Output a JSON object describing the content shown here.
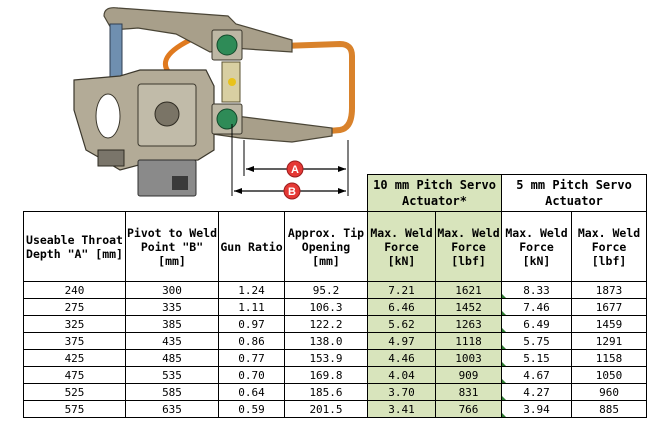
{
  "callouts": {
    "a": "A",
    "b": "B"
  },
  "table": {
    "group_10mm": "10 mm Pitch Servo Actuator*",
    "group_5mm": "5 mm Pitch Servo Actuator",
    "headers": {
      "throat": "Useable Throat Depth \"A\" [mm]",
      "pivot": "Pivot to Weld Point \"B\" [mm]",
      "ratio": "Gun Ratio",
      "opening": "Approx. Tip Opening [mm]",
      "force_kn": "Max. Weld Force [kN]",
      "force_lbf": "Max. Weld Force [lbf]"
    },
    "rows": [
      [
        "240",
        "300",
        "1.24",
        "95.2",
        "7.21",
        "1621",
        "8.33",
        "1873"
      ],
      [
        "275",
        "335",
        "1.11",
        "106.3",
        "6.46",
        "1452",
        "7.46",
        "1677"
      ],
      [
        "325",
        "385",
        "0.97",
        "122.2",
        "5.62",
        "1263",
        "6.49",
        "1459"
      ],
      [
        "375",
        "435",
        "0.86",
        "138.0",
        "4.97",
        "1118",
        "5.75",
        "1291"
      ],
      [
        "425",
        "485",
        "0.77",
        "153.9",
        "4.46",
        "1003",
        "5.15",
        "1158"
      ],
      [
        "475",
        "535",
        "0.70",
        "169.8",
        "4.04",
        "909",
        "4.67",
        "1050"
      ],
      [
        "525",
        "585",
        "0.64",
        "185.6",
        "3.70",
        "831",
        "4.27",
        "960"
      ],
      [
        "575",
        "635",
        "0.59",
        "201.5",
        "3.41",
        "766",
        "3.94",
        "885"
      ]
    ]
  },
  "colors": {
    "highlight": "#d8e4bc",
    "callout": "#e53935",
    "frame": "#a39a86",
    "pipe": "#d9822b"
  },
  "icons": {
    "gun": "servo-weld-gun-drawing",
    "marker": "green-triangle-marker"
  }
}
